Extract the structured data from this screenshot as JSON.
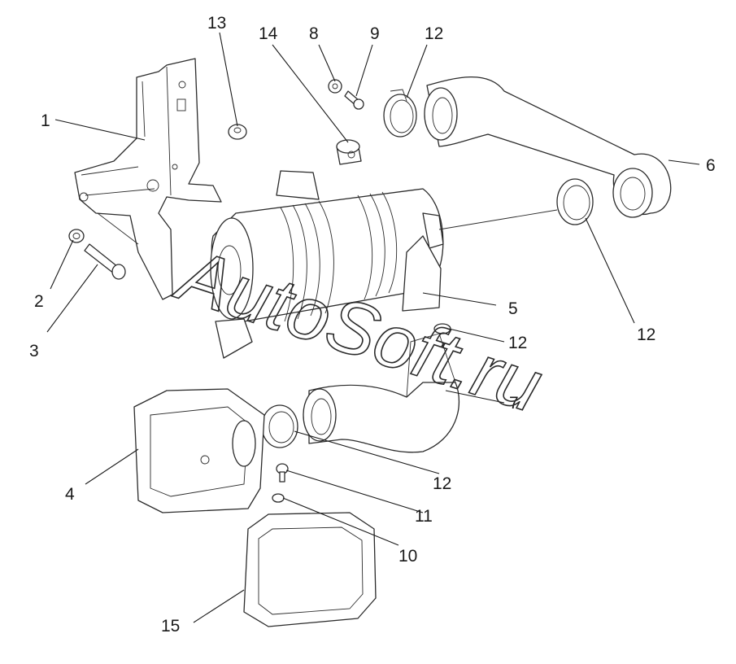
{
  "watermark": "AutoSoft.ru",
  "callouts": [
    "1",
    "2",
    "3",
    "4",
    "5",
    "6",
    "7",
    "8",
    "9",
    "10",
    "11",
    "12",
    "13",
    "14",
    "15"
  ],
  "callout_12_label": "12"
}
